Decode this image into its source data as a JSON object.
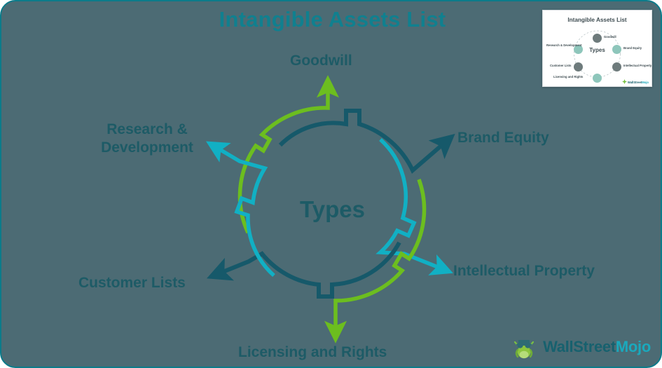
{
  "page": {
    "title": "Intangible Assets List",
    "center_label": "Types",
    "background_color": "#4c6b74",
    "border_color": "#0c7b8a",
    "title_color": "#10808f",
    "label_color": "#1d5b66"
  },
  "nodes": [
    {
      "id": "goodwill",
      "label": "Goodwill",
      "arrow_color": "#6cbe1f",
      "direction": "up"
    },
    {
      "id": "brand",
      "label": "Brand Equity",
      "arrow_color": "#16596a",
      "direction": "up-right"
    },
    {
      "id": "ip",
      "label": "Intellectual Property",
      "arrow_color": "#11b0c4",
      "direction": "down-right"
    },
    {
      "id": "licensing",
      "label": "Licensing and Rights",
      "arrow_color": "#6cbe1f",
      "direction": "down"
    },
    {
      "id": "customer",
      "label": "Customer Lists",
      "arrow_color": "#16596a",
      "direction": "down-left"
    },
    {
      "id": "rnd",
      "label": "Research &\nDevelopment",
      "arrow_color": "#11b0c4",
      "direction": "up-left"
    }
  ],
  "thumbnail": {
    "title": "Intangible Assets List",
    "center_label": "Types",
    "nodes": [
      {
        "label": "Goodwill",
        "color": "#6e7b7c"
      },
      {
        "label": "Brand Equity",
        "color": "#8ec6bb"
      },
      {
        "label": "Intellectual Property",
        "color": "#6e7b7c"
      },
      {
        "label": "Licensing and Rights",
        "color": "#8ec6bb"
      },
      {
        "label": "Customer Lists",
        "color": "#6e7b7c"
      },
      {
        "label": "Research &\nDevelopment",
        "color": "#8ec6bb"
      }
    ],
    "logo_primary": "WallStreet",
    "logo_secondary": "Mojo"
  },
  "logo": {
    "primary": "WallStreet",
    "secondary": "Mojo",
    "primary_color": "#17616e",
    "secondary_color": "#1aa9bd"
  },
  "chart_data": {
    "type": "diagram",
    "title": "Intangible Assets List",
    "center": "Types",
    "categories": [
      "Goodwill",
      "Brand Equity",
      "Intellectual Property",
      "Licensing and Rights",
      "Customer Lists",
      "Research & Development"
    ],
    "segment_colors": [
      "#6cbe1f",
      "#16596a",
      "#11b0c4",
      "#6cbe1f",
      "#16596a",
      "#11b0c4"
    ],
    "layout": "radial-cycle-6"
  }
}
